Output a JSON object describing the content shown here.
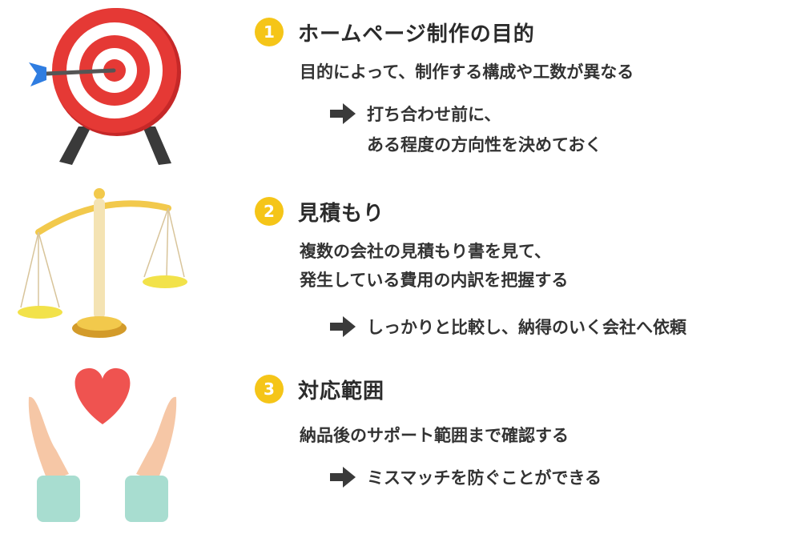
{
  "sections": [
    {
      "number": "1",
      "title": "ホームページ制作の目的",
      "description": [
        "目的によって、制作する構成や工数が異なる"
      ],
      "result": [
        "打ち合わせ前に、",
        "ある程度の方向性を決めておく"
      ],
      "icon": "target-icon"
    },
    {
      "number": "2",
      "title": "見積もり",
      "description": [
        "複数の会社の見積もり書を見て、",
        "発生している費用の内訳を把握する"
      ],
      "result": [
        "しっかりと比較し、納得のいく会社へ依頼"
      ],
      "icon": "balance-scale-icon"
    },
    {
      "number": "3",
      "title": "対応範囲",
      "description": [
        "納品後のサポート範囲まで確認する"
      ],
      "result": [
        "ミスマッチを防ぐことができる"
      ],
      "icon": "hands-heart-icon"
    }
  ],
  "colors": {
    "badge": "#f5c518",
    "arrow": "#3a3a3a",
    "target_red": "#e53935",
    "scale_gold": "#f2c94c",
    "heart_red": "#ef5350",
    "sleeve": "#a8ddd0"
  }
}
